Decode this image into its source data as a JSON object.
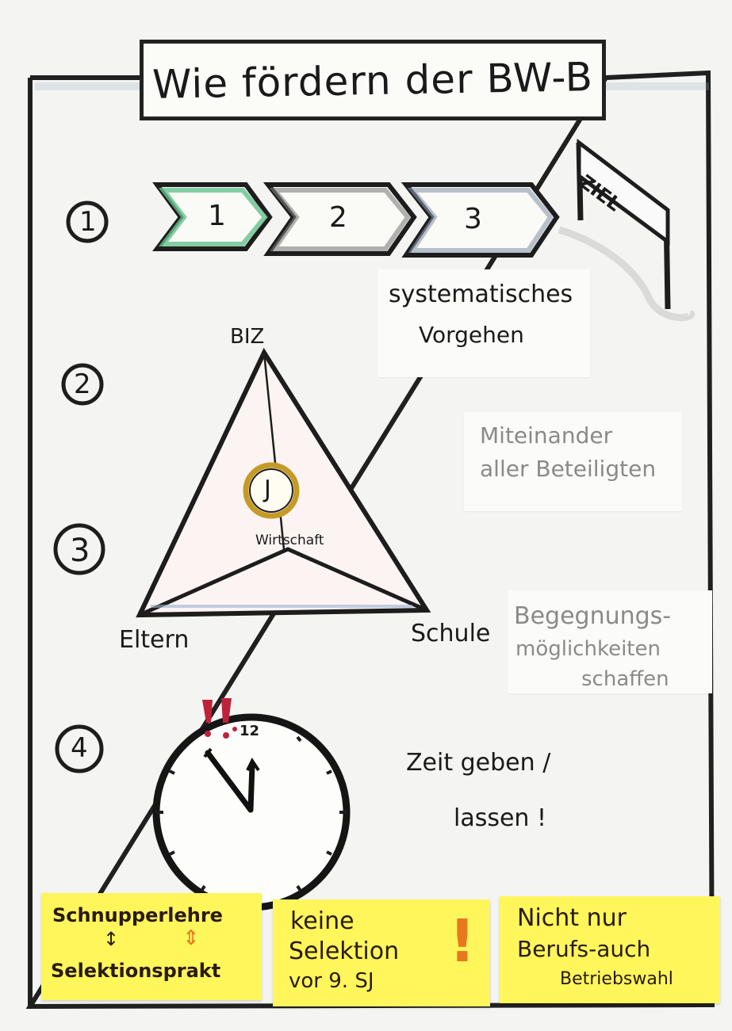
{
  "title": "Wie fördern der BW-B",
  "step_numbers": [
    "1",
    "2",
    "3",
    "4"
  ],
  "arrow_steps": [
    "1",
    "2",
    "3"
  ],
  "goal_sign": "ZIEL",
  "section1_note": [
    "systematisches",
    "Vorgehen"
  ],
  "triangle": {
    "top": "BIZ",
    "left": "Eltern",
    "right": "Schule",
    "center": "Wirtschaft",
    "circle": "J"
  },
  "section2_note": [
    "Miteinander",
    "aller Beteiligten"
  ],
  "section3_note": [
    "Begegnungs-",
    "möglichkeiten",
    "schaffen"
  ],
  "clock": {
    "twelve": "12",
    "alarm": "!!"
  },
  "section4_note": [
    "Zeit geben /",
    "lassen !"
  ],
  "sticky_notes": [
    {
      "lines": [
        "Schnupperlehre",
        "↕",
        "Selektionsprakt"
      ],
      "arrow2": "⇕"
    },
    {
      "lines": [
        "keine",
        "Selektion",
        "vor 9. SJ"
      ],
      "mark": "!"
    },
    {
      "lines": [
        "Nicht nur",
        "Berufs-auch",
        "Betriebswahl"
      ]
    }
  ],
  "colors": {
    "green_arrow": "#66c28f",
    "gray_arrow": "#7e7e7e",
    "blue_arrow": "#8a97ad",
    "sticky": "#fef65a",
    "accent_red": "#c0213a",
    "note_gray": "#8a8a8a",
    "orange": "#e8781d"
  }
}
